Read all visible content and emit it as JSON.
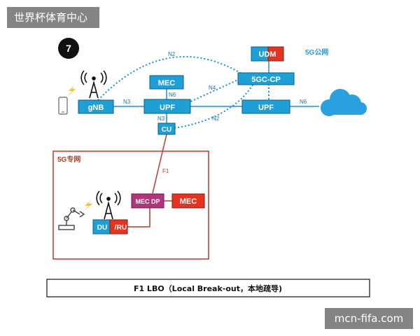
{
  "watermark_top": "世界杯体育中心",
  "watermark_bottom": "mcn-fifa.com",
  "step_number": "7",
  "public_network_label": "5G公网",
  "private_network_label": "5G专网",
  "nodes": {
    "gnb": "gNB",
    "mec_top": "MEC",
    "upf_left": "UPF",
    "cu": "CU",
    "udm": "UDM",
    "core_cp": "5GC-CP",
    "upf_right": "UPF",
    "mec_dp": "MEC DP",
    "mec_private": "MEC",
    "du": "DU",
    "ru": "RU"
  },
  "links": {
    "n2_top": "N2",
    "n3_gnb_upf": "N3",
    "n6_mec_upf": "N6",
    "n4": "N4",
    "n2_cu": "N2",
    "n3_cu": "N3",
    "n6_cloud": "N6",
    "f1": "F1"
  },
  "caption": "F1 LBO（Local Break-out，本地疏导)",
  "colors": {
    "blue_box": "#1ea0d6",
    "red_box": "#e53322",
    "magenta_box": "#b0357a",
    "private_frame": "#c0392b",
    "dotted_link": "#1e90d6",
    "cloud": "#2aa0e0"
  }
}
